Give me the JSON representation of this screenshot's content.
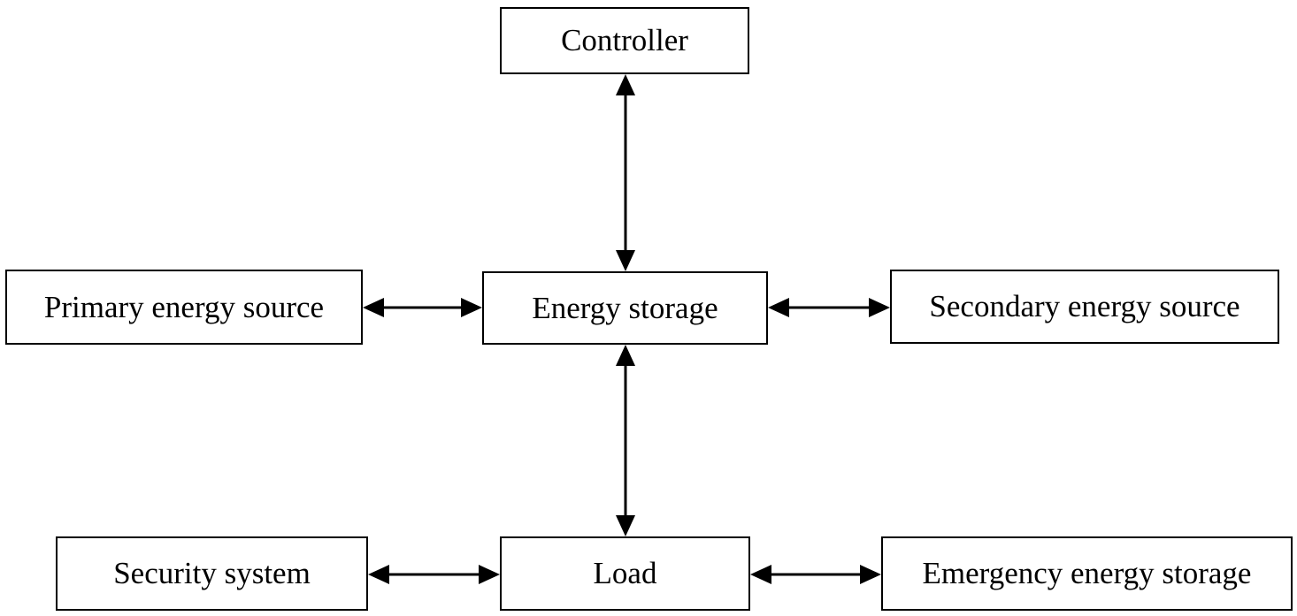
{
  "diagram": {
    "nodes": {
      "controller": "Controller",
      "energy_storage": "Energy storage",
      "primary_source": "Primary energy source",
      "secondary_source": "Secondary energy source",
      "load": "Load",
      "security_system": "Security system",
      "emergency_storage": "Emergency energy storage"
    },
    "edges": [
      {
        "from": "Controller",
        "to": "Energy storage",
        "direction": "bidirectional"
      },
      {
        "from": "Primary energy source",
        "to": "Energy storage",
        "direction": "bidirectional"
      },
      {
        "from": "Energy storage",
        "to": "Secondary energy source",
        "direction": "bidirectional"
      },
      {
        "from": "Energy storage",
        "to": "Load",
        "direction": "bidirectional"
      },
      {
        "from": "Security system",
        "to": "Load",
        "direction": "bidirectional"
      },
      {
        "from": "Load",
        "to": "Emergency energy storage",
        "direction": "bidirectional"
      }
    ],
    "colors": {
      "stroke": "#000000",
      "background": "#ffffff"
    }
  }
}
